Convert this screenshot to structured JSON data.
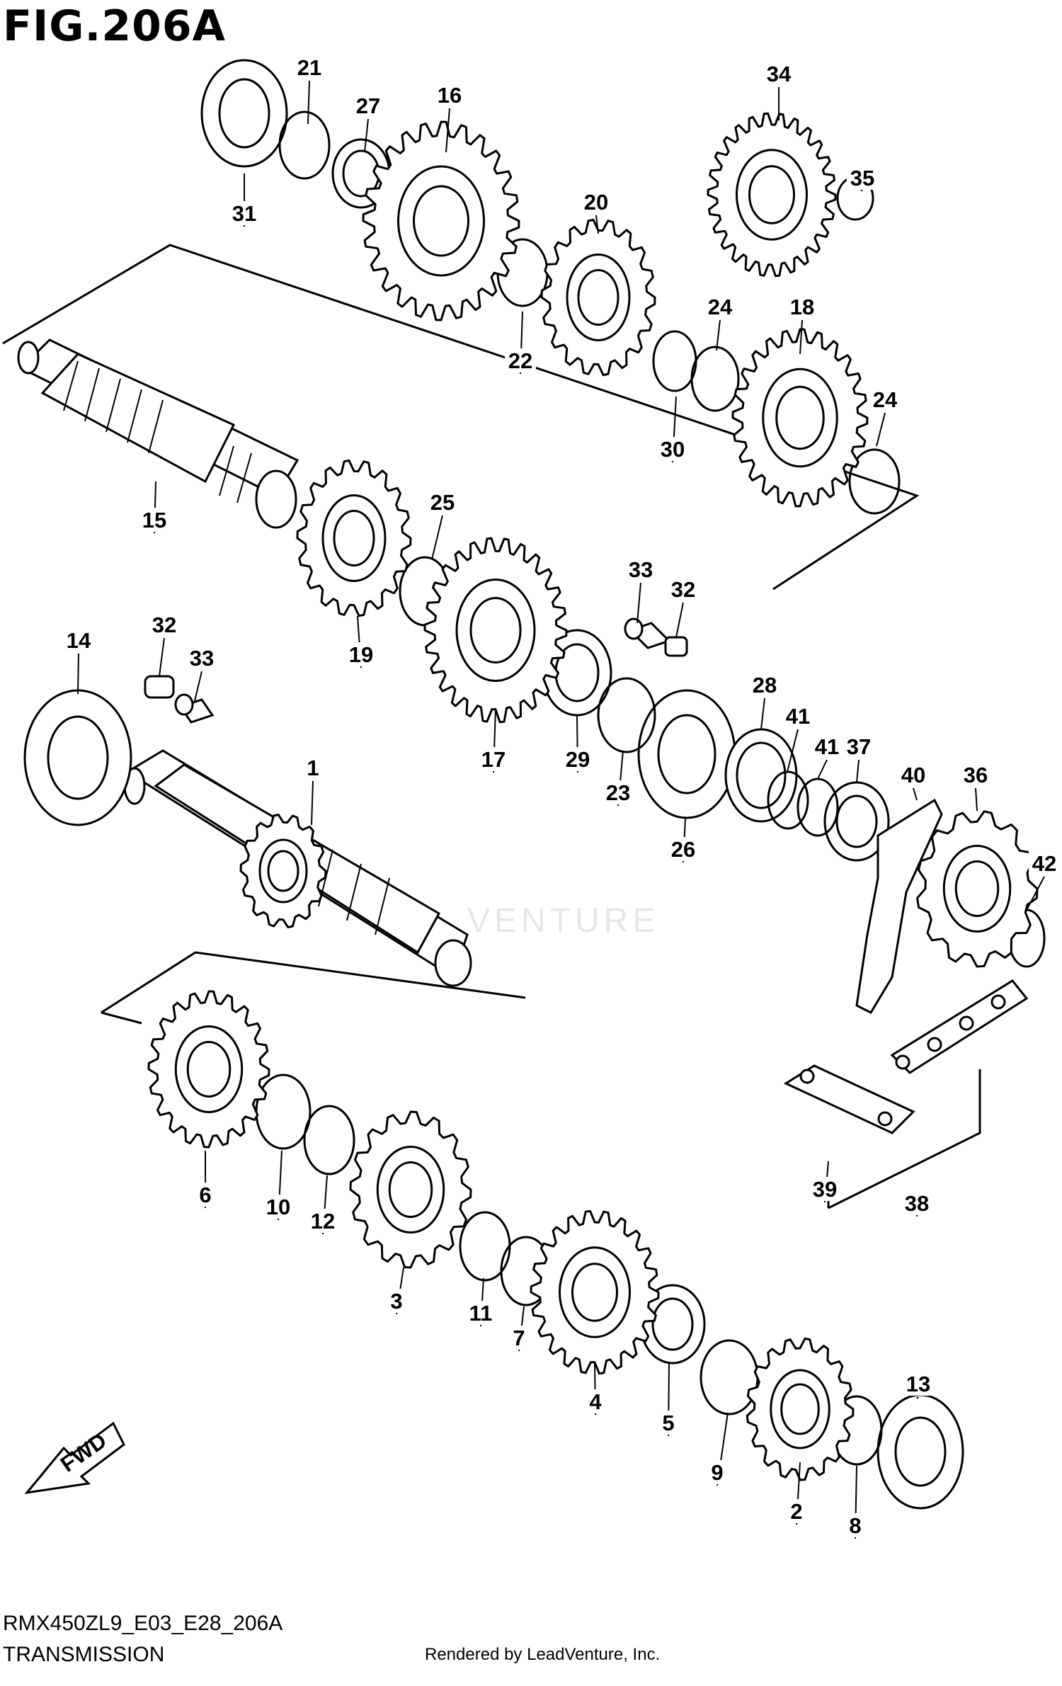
{
  "figure": {
    "title": "FIG.206A"
  },
  "footer": {
    "model_code": "RMX450ZL9_E03_E28_206A",
    "section": "TRANSMISSION",
    "rendered_by": "Rendered by LeadVenture, Inc."
  },
  "watermark": {
    "text": "VENTURE"
  },
  "fwd": {
    "label": "FWD"
  },
  "callouts": [
    "21",
    "27",
    "16",
    "34",
    "35",
    "31",
    "20",
    "24",
    "18",
    "22",
    "30",
    "24",
    "15",
    "25",
    "19",
    "33",
    "32",
    "17",
    "29",
    "23",
    "28",
    "41",
    "41",
    "37",
    "40",
    "36",
    "42",
    "26",
    "32",
    "33",
    "14",
    "1",
    "6",
    "10",
    "12",
    "3",
    "11",
    "7",
    "4",
    "5",
    "9",
    "2",
    "8",
    "13",
    "39",
    "38"
  ]
}
